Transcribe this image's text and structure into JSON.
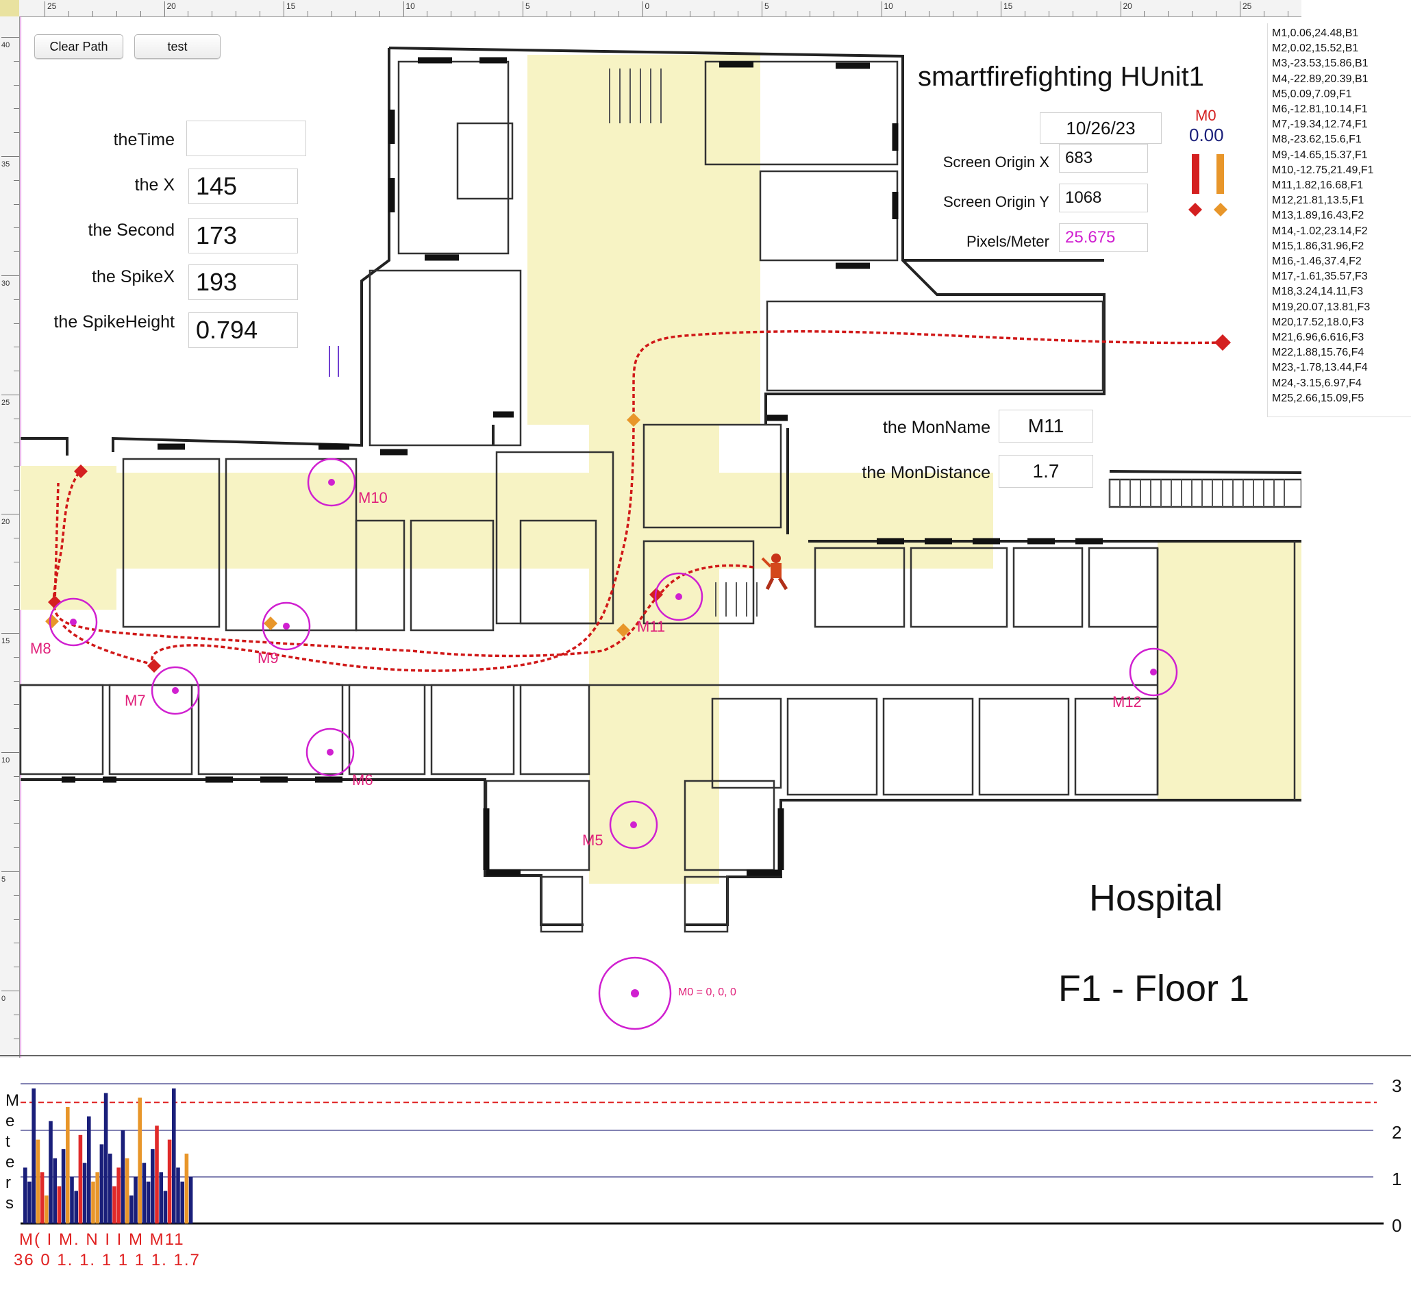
{
  "toolbar": {
    "clear_path_label": "Clear Path",
    "test_label": "test"
  },
  "ruler": {
    "h_labels": [
      "25",
      "20",
      "15",
      "10",
      "5",
      "0",
      "5",
      "10",
      "15",
      "20",
      "25"
    ],
    "v_labels": [
      "40",
      "35",
      "30",
      "25",
      "20",
      "15",
      "10",
      "5",
      "0"
    ]
  },
  "readouts": {
    "time_label": "theTime",
    "time_value": "",
    "x_label": "the X",
    "x_value": "145",
    "second_label": "the Second",
    "second_value": "173",
    "spikex_label": "the SpikeX",
    "spikex_value": "193",
    "spikeheight_label": "the SpikeHeight",
    "spikeheight_value": "0.794"
  },
  "header": {
    "title": "smartfirefighting HUnit1",
    "date": "10/26/23",
    "m0_label": "M0",
    "m0_value": "0.00"
  },
  "origin": {
    "x_label": "Screen Origin X",
    "x_value": "683",
    "y_label": "Screen Origin Y",
    "y_value": "1068",
    "ppm_label": "Pixels/Meter",
    "ppm_value": "25.675"
  },
  "monitor": {
    "name_label": "the MonName",
    "name_value": "M11",
    "dist_label": "the MonDistance",
    "dist_value": "1.7"
  },
  "marker_list": [
    "M1,0.06,24.48,B1",
    "M2,0.02,15.52,B1",
    "M3,-23.53,15.86,B1",
    "M4,-22.89,20.39,B1",
    "M5,0.09,7.09,F1",
    "M6,-12.81,10.14,F1",
    "M7,-19.34,12.74,F1",
    "M8,-23.62,15.6,F1",
    "M9,-14.65,15.37,F1",
    "M10,-12.75,21.49,F1",
    "M11,1.82,16.68,F1",
    "M12,21.81,13.5,F1",
    "M13,1.89,16.43,F2",
    "M14,-1.02,23.14,F2",
    "M15,1.86,31.96,F2",
    "M16,-1.46,37.4,F2",
    "M17,-1.61,35.57,F3",
    "M18,3.24,14.11,F3",
    "M19,20.07,13.81,F3",
    "M20,17.52,18.0,F3",
    "M21,6.96,6.616,F3",
    "M22,1.88,15.76,F4",
    "M23,-1.78,13.44,F4",
    "M24,-3.15,6.97,F4",
    "M25,2.66,15.09,F5"
  ],
  "map_markers": [
    {
      "label": "M10"
    },
    {
      "label": "M8"
    },
    {
      "label": "M9"
    },
    {
      "label": "M7"
    },
    {
      "label": "M11"
    },
    {
      "label": "M12"
    },
    {
      "label": "M6"
    },
    {
      "label": "M5"
    },
    {
      "label": "M0 = 0, 0, 0"
    }
  ],
  "building": "Hospital",
  "floor": "F1  - Floor 1",
  "chart": {
    "ylabel_letters": [
      "M",
      "e",
      "t",
      "e",
      "r",
      "s"
    ],
    "y_ticks": [
      "3",
      "2",
      "1",
      "0"
    ],
    "x_labels_row1": "M( I M. N I I M M11",
    "x_labels_row2": "36 0 1. 1. 1 1 1 1. 1.7",
    "colors": {
      "navy": "#1a1f7a",
      "orange": "#e8962a",
      "red": "#e02a2a"
    }
  },
  "chart_data": {
    "type": "bar",
    "ylim": [
      0,
      3
    ],
    "threshold": 2.6,
    "series": [
      {
        "name": "",
        "values": [
          1.2,
          0.9,
          2.9,
          1.8,
          1.1,
          0.6,
          2.2,
          1.4,
          0.8,
          1.6,
          2.5,
          1.0,
          0.7,
          1.9,
          1.3,
          2.3,
          0.9,
          1.1,
          1.7,
          2.8,
          1.5,
          0.8,
          1.2,
          2.0,
          1.4,
          0.6,
          1.0,
          2.7,
          1.3,
          0.9,
          1.6,
          2.1,
          1.1,
          0.7,
          1.8,
          2.9,
          1.2,
          0.9,
          1.5,
          1.0
        ]
      }
    ]
  },
  "colors": {
    "marker": "#d020d0",
    "path": "#d01818",
    "diamond_red": "#d42020",
    "diamond_orange": "#e8962a",
    "corridor": "#f7f3c4"
  }
}
